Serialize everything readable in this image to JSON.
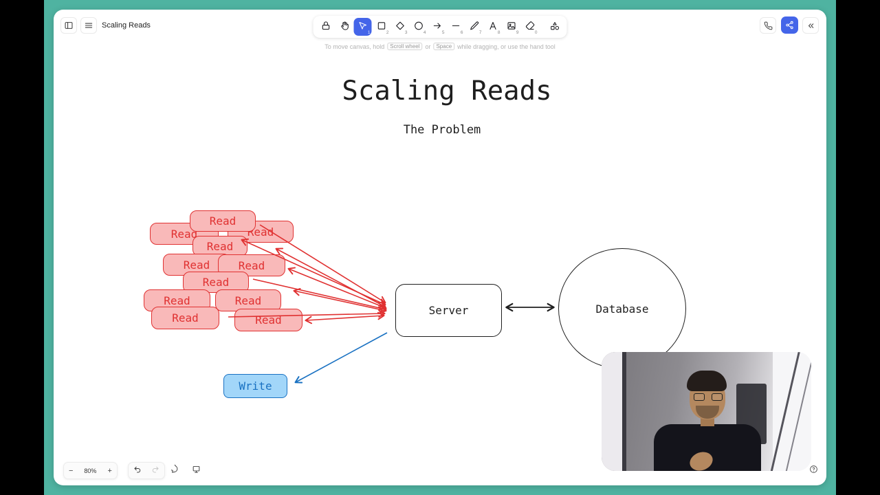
{
  "header": {
    "title": "Scaling Reads"
  },
  "toolbar": {
    "tools": [
      {
        "name": "lock",
        "shortcut": ""
      },
      {
        "name": "hand",
        "shortcut": ""
      },
      {
        "name": "select",
        "shortcut": "1"
      },
      {
        "name": "rectangle",
        "shortcut": "2"
      },
      {
        "name": "diamond",
        "shortcut": "3"
      },
      {
        "name": "ellipse",
        "shortcut": "4"
      },
      {
        "name": "arrow",
        "shortcut": "5"
      },
      {
        "name": "line",
        "shortcut": "6"
      },
      {
        "name": "draw",
        "shortcut": "7"
      },
      {
        "name": "text",
        "shortcut": "8"
      },
      {
        "name": "image",
        "shortcut": "9"
      },
      {
        "name": "eraser",
        "shortcut": "0"
      },
      {
        "name": "shapes",
        "shortcut": ""
      }
    ],
    "selected": "select"
  },
  "hint": {
    "prefix": "To move canvas, hold",
    "kbd1": "Scroll wheel",
    "middle": "or",
    "kbd2": "Space",
    "suffix": "while dragging, or use the hand tool"
  },
  "canvas": {
    "title": "Scaling Reads",
    "subtitle": "The Problem",
    "read_label": "Read",
    "write_label": "Write",
    "server_label": "Server",
    "database_label": "Database"
  },
  "footer": {
    "zoom_out": "−",
    "zoom_level": "80%",
    "zoom_in": "+"
  },
  "colors": {
    "frame": "#4fb3a1",
    "accent": "#4465e9",
    "ink": "#1e1e1e",
    "red": "#e03131",
    "red_fill": "#f9b9b9",
    "blue": "#1971c2",
    "blue_fill": "#a2d6f9"
  }
}
